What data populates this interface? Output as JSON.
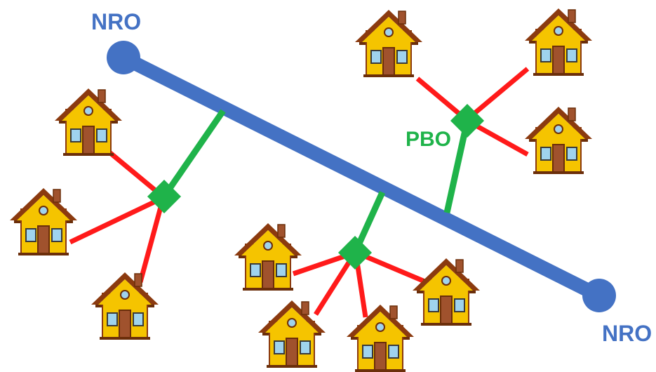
{
  "labels": {
    "nro_top": "NRO",
    "nro_bottom": "NRO",
    "pbo": "PBO"
  },
  "colors": {
    "backbone": "#4472c4",
    "branch": "#1fb34a",
    "drop": "#ff1a1a",
    "house_wall": "#f5c400",
    "house_roof": "#8b3a0f",
    "house_door": "#a0522d",
    "house_window": "#9fd3ee"
  },
  "icons": {
    "house": "house-icon",
    "connection_box": "green-diamond-node"
  }
}
